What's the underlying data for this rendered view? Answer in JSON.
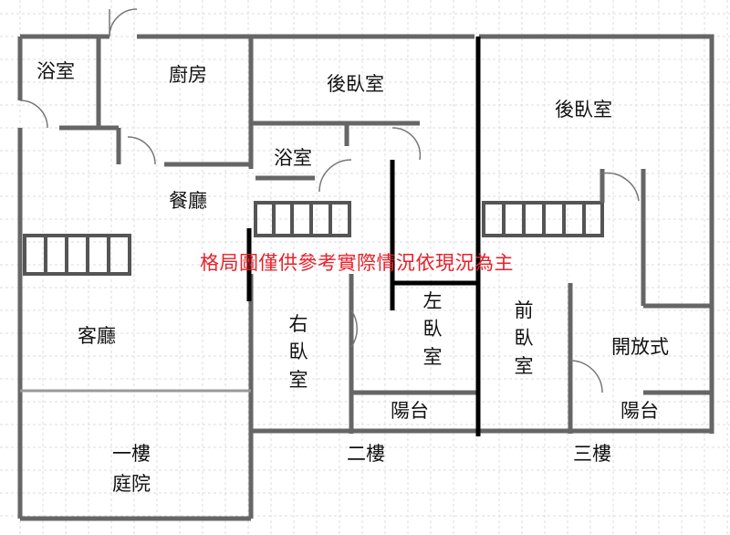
{
  "notice": "格局圖僅供參考實際情況依現況為主",
  "floor1": {
    "title": "一樓",
    "yard": "庭院",
    "bath": "浴室",
    "kitchen": "廚房",
    "dining": "餐廳",
    "living": "客廳"
  },
  "floor2": {
    "title": "二樓",
    "bath": "浴室",
    "back_bedroom": "後臥室",
    "right_bedroom": "右臥室",
    "left_bedroom": "左臥室",
    "balcony": "陽台"
  },
  "floor3": {
    "title": "三樓",
    "back_bedroom": "後臥室",
    "front_bedroom": "前臥室",
    "open": "開放式",
    "balcony": "陽台"
  },
  "colors": {
    "wall": "#666666",
    "thick_wall": "#000000",
    "notice": "#e8202a",
    "grid": "#d8d8d8"
  }
}
